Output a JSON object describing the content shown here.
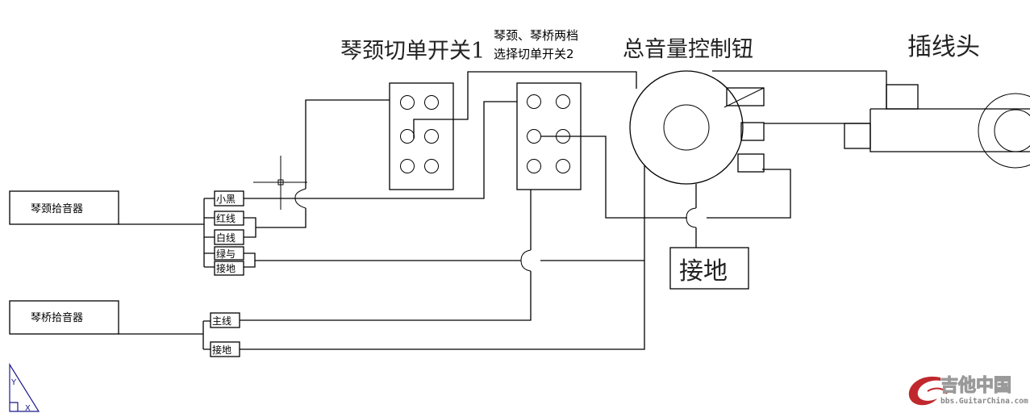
{
  "titles": {
    "neck_switch": "琴颈切单开关1",
    "selector_line1": "琴颈、琴桥两档",
    "selector_line2": "选择切单开关2",
    "volume": "总音量控制钮",
    "jack": "插线头",
    "ground": "接地"
  },
  "pickups": {
    "neck": {
      "label": "琴颈拾音器",
      "wires": [
        "小黑",
        "红线",
        "白线",
        "绿与",
        "接地"
      ]
    },
    "bridge": {
      "label": "琴桥拾音器",
      "wires": [
        "主线",
        "接地"
      ]
    }
  },
  "ucs_icon": {
    "y_label": "Y",
    "x_label": "X"
  },
  "watermark": {
    "title": "吉他中国",
    "url": "bbs.GuitarChina.com",
    "accent": "#c0282d"
  },
  "colors": {
    "line": "#000000",
    "ucs": "#1a1a8c",
    "background": "#ffffff"
  }
}
